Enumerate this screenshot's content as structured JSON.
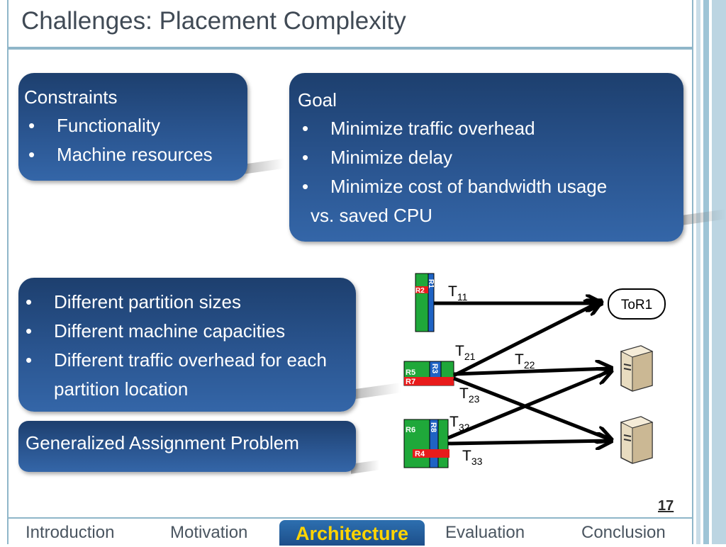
{
  "slide": {
    "title": "Challenges: Placement Complexity",
    "page_number": "17"
  },
  "constraints_box": {
    "heading": "Constraints",
    "items": [
      "Functionality",
      "Machine resources"
    ]
  },
  "goal_box": {
    "heading": "Goal",
    "items": [
      "Minimize traffic overhead",
      "Minimize delay",
      "Minimize cost of bandwidth usage"
    ],
    "continuation": "vs. saved CPU"
  },
  "differences_box": {
    "items": [
      "Different partition sizes",
      "Different machine capacities",
      "Different traffic overhead for each partition location"
    ]
  },
  "gap_box": {
    "text": "Generalized Assignment Problem"
  },
  "diagram": {
    "tor_label": "ToR1",
    "traffic": [
      {
        "main": "T",
        "sub": "11"
      },
      {
        "main": "T",
        "sub": "21"
      },
      {
        "main": "T",
        "sub": "22"
      },
      {
        "main": "T",
        "sub": "23"
      },
      {
        "main": "T",
        "sub": "32"
      },
      {
        "main": "T",
        "sub": "33"
      }
    ],
    "partitions": [
      "R1",
      "R2",
      "R3",
      "R4",
      "R5",
      "R6",
      "R7",
      "R8"
    ],
    "colors": {
      "green": "#1fa83a",
      "blue": "#1f63c4",
      "red": "#e81b1b"
    }
  },
  "footer": {
    "tabs": [
      "Introduction",
      "Motivation",
      "Architecture",
      "Evaluation",
      "Conclusion"
    ],
    "active_tab": "Architecture"
  }
}
